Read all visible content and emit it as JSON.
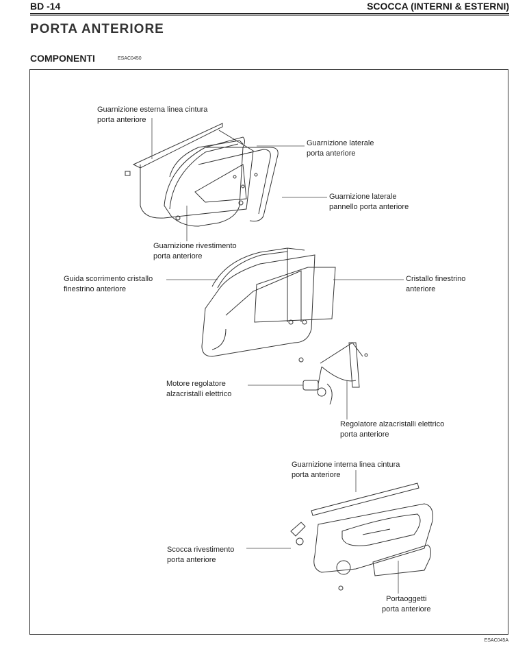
{
  "header": {
    "page_code": "BD -14",
    "section_title": "SCOCCA (INTERNI & ESTERNI)"
  },
  "page_title": "PORTA ANTERIORE",
  "section": {
    "heading": "COMPONENTI",
    "code": "ESAC0450"
  },
  "figure_code": "ESAC045A",
  "labels": {
    "belt_outer": {
      "line1": "Guarnizione esterna linea cintura",
      "line2": "porta anteriore"
    },
    "side_seal": {
      "line1": "Guarnizione laterale",
      "line2": "porta anteriore"
    },
    "side_panel_seal": {
      "line1": "Guarnizione laterale",
      "line2": "pannello porta anteriore"
    },
    "trim_seal": {
      "line1": "Guarnizione rivestimento",
      "line2": "porta anteriore"
    },
    "glass_guide": {
      "line1": "Guida scorrimento cristallo",
      "line2": "finestrino anteriore"
    },
    "glass": {
      "line1": "Cristallo finestrino",
      "line2": "anteriore"
    },
    "motor": {
      "line1": "Motore regolatore",
      "line2": "alzacristalli elettrico"
    },
    "regulator": {
      "line1": "Regolatore alzacristalli elettrico",
      "line2": "porta anteriore"
    },
    "belt_inner": {
      "line1": "Guarnizione interna linea cintura",
      "line2": "porta anteriore"
    },
    "trim_panel": {
      "line1": "Scocca rivestimento",
      "line2": "porta anteriore"
    },
    "pocket": {
      "line1": "Portaoggetti",
      "line2": "porta anteriore"
    }
  }
}
